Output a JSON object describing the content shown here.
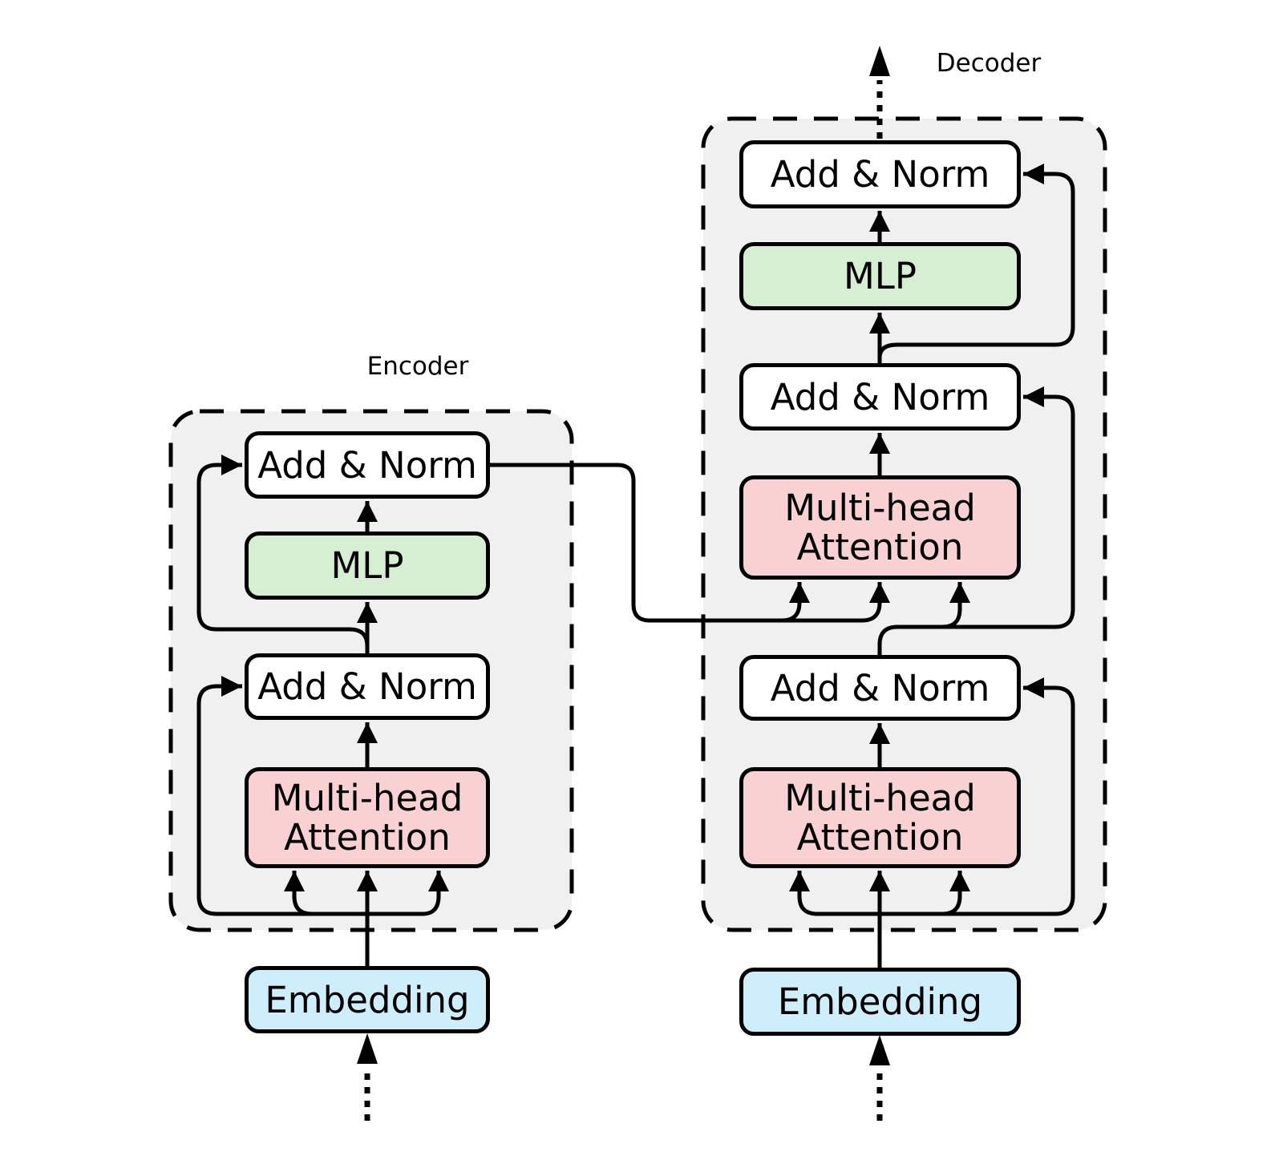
{
  "encoder": {
    "label": "Encoder",
    "add_norm_top": "Add & Norm",
    "mlp": "MLP",
    "add_norm_bottom": "Add & Norm",
    "attention": "Multi-head Attention",
    "embedding": "Embedding"
  },
  "decoder": {
    "label": "Decoder",
    "add_norm_top": "Add & Norm",
    "mlp": "MLP",
    "add_norm_middle": "Add & Norm",
    "cross_attention": "Multi-head Attention",
    "add_norm_bottom": "Add & Norm",
    "self_attention": "Multi-head Attention",
    "embedding": "Embedding"
  },
  "colors": {
    "attention": "#fad1d3",
    "mlp": "#d6efd2",
    "embedding": "#cdeefa",
    "add_norm": "#ffffff",
    "panel": "#f0f0f0",
    "line": "#000000"
  }
}
